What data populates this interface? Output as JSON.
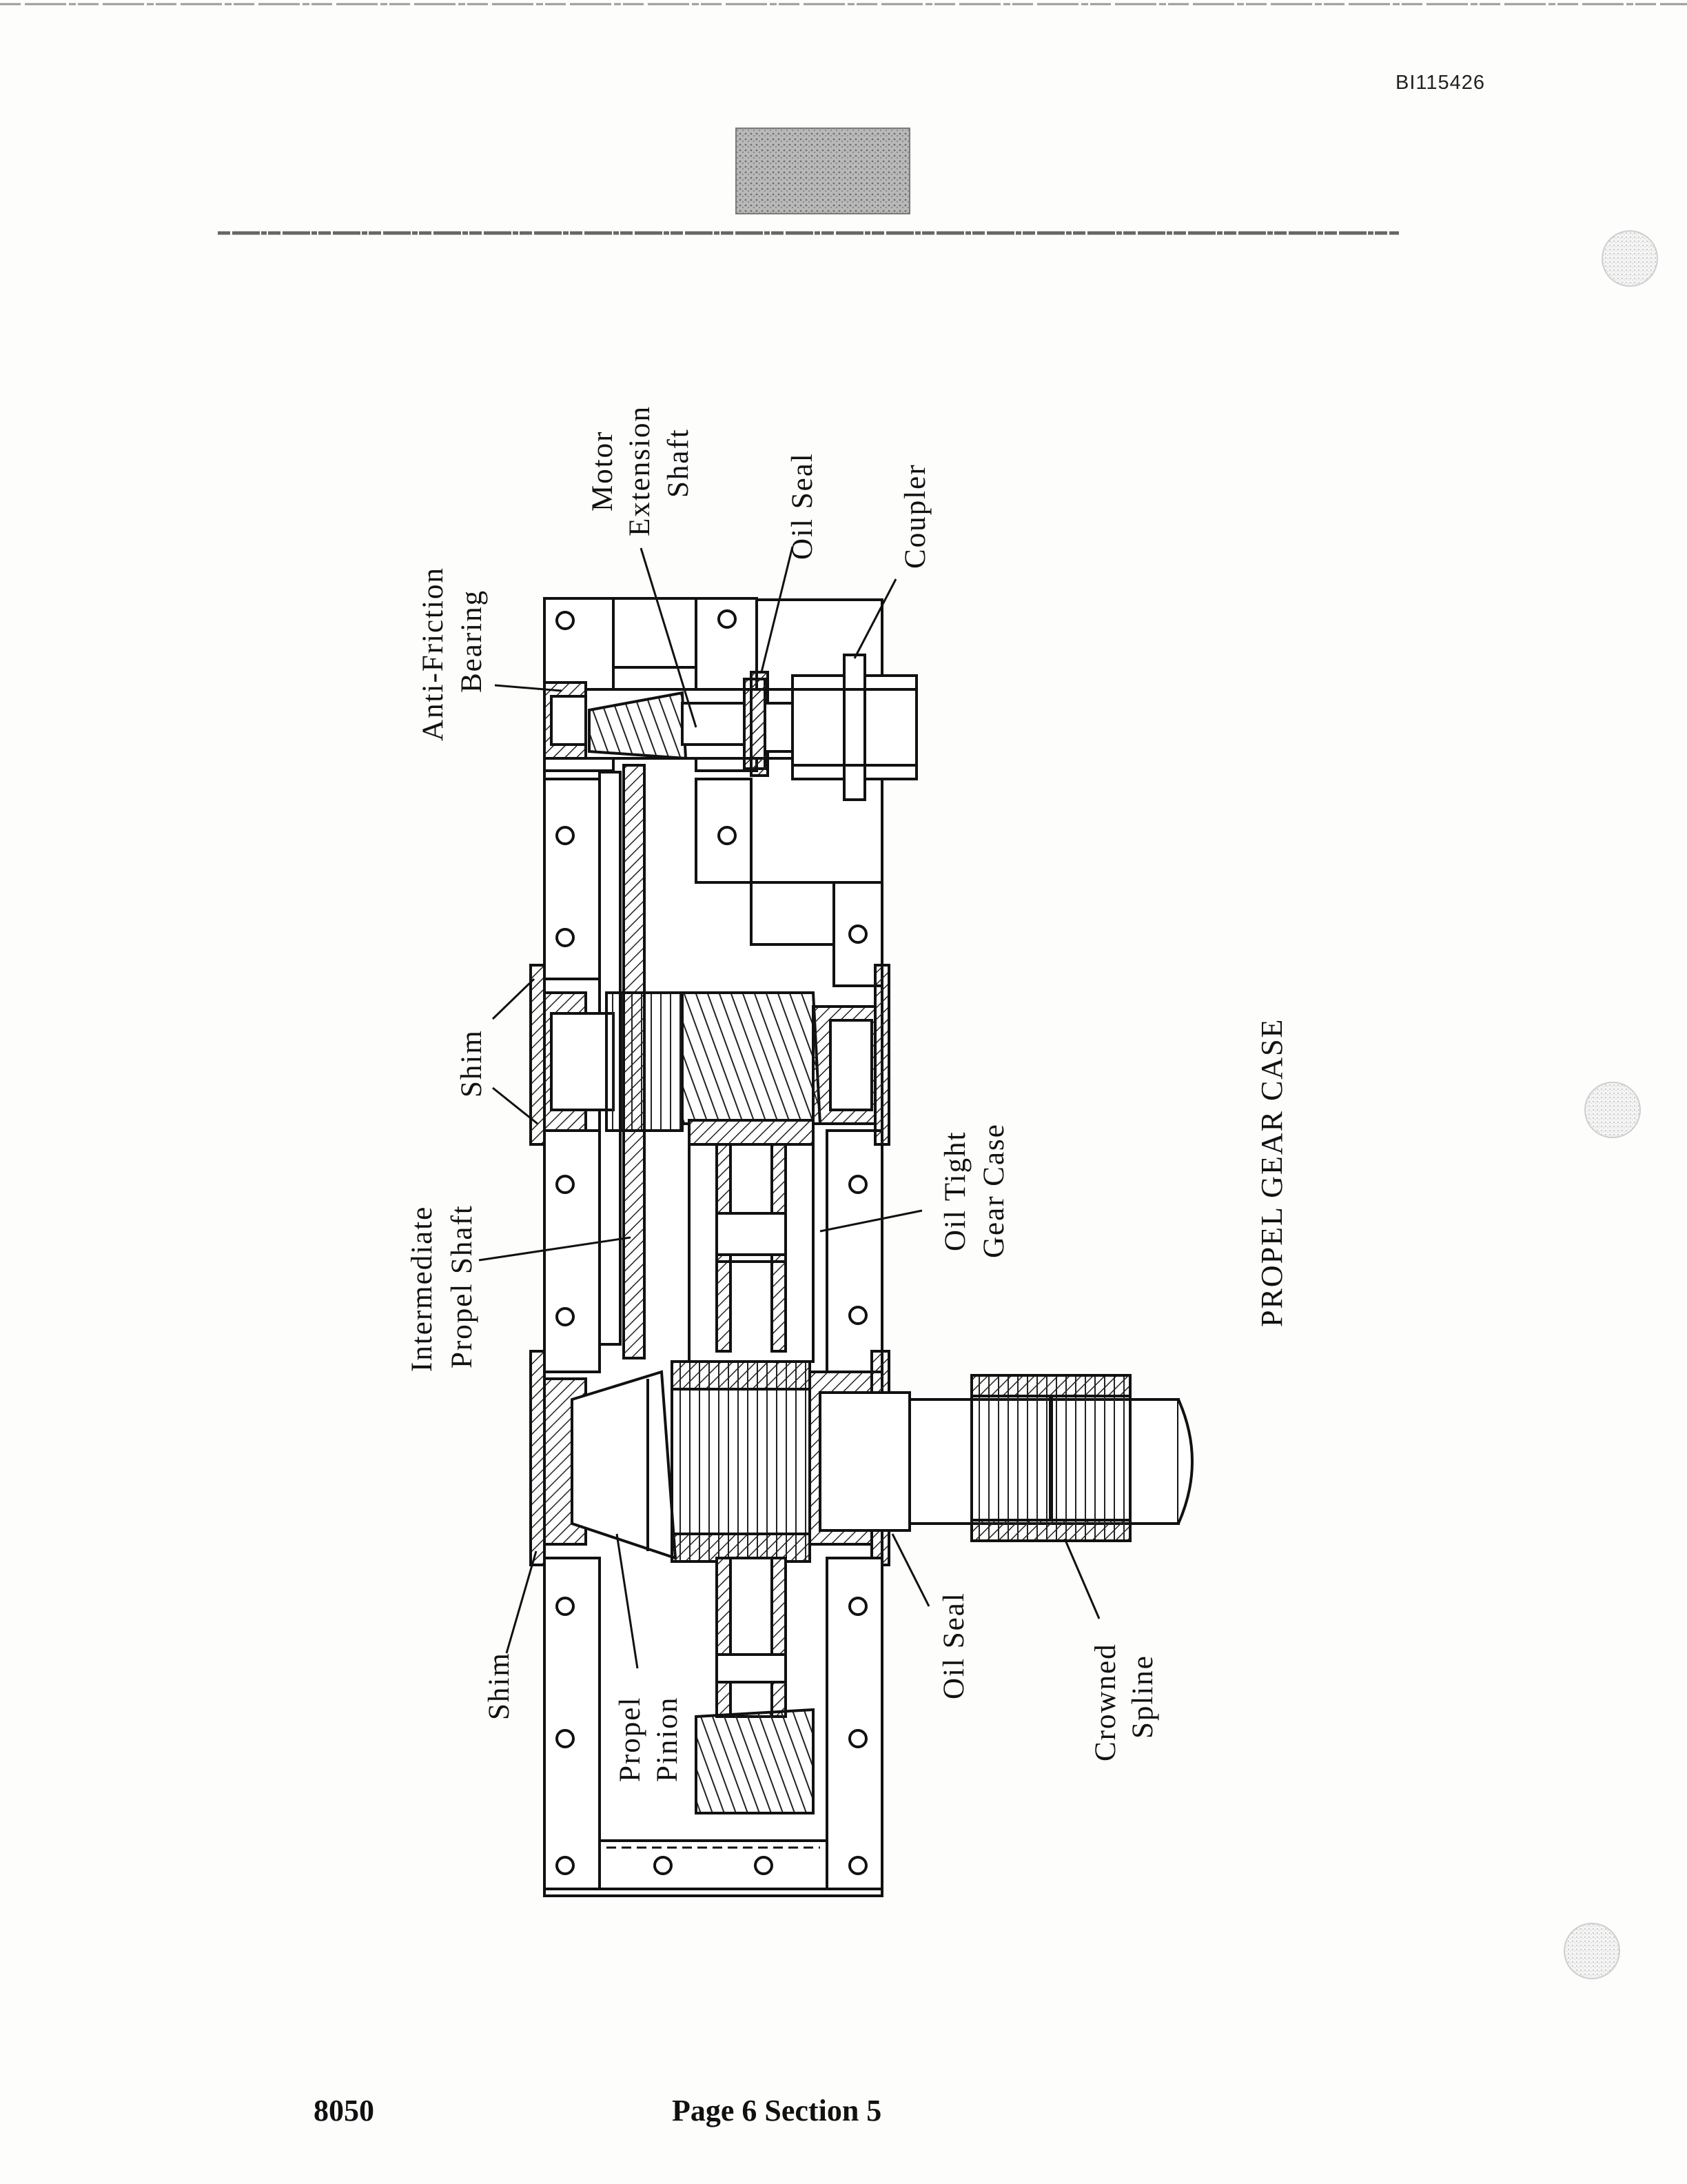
{
  "document": {
    "doc_id": "BI115426",
    "footer_left": "8050",
    "footer_center": "Page 6 Section 5"
  },
  "diagram": {
    "title": "PROPEL GEAR CASE",
    "labels": {
      "anti_friction_bearing_1": "Anti-Friction",
      "anti_friction_bearing_2": "Bearing",
      "motor_extension_shaft_1": "Motor",
      "motor_extension_shaft_2": "Extension",
      "motor_extension_shaft_3": "Shaft",
      "oil_seal_top": "Oil Seal",
      "coupler": "Coupler",
      "shim_upper": "Shim",
      "intermediate_propel_shaft_1": "Intermediate",
      "intermediate_propel_shaft_2": "Propel Shaft",
      "oil_tight_gear_case_1": "Oil Tight",
      "oil_tight_gear_case_2": "Gear Case",
      "shim_lower": "Shim",
      "propel_pinion_1": "Propel",
      "propel_pinion_2": "Pinion",
      "oil_seal_bottom": "Oil Seal",
      "crowned_spline_1": "Crowned",
      "crowned_spline_2": "Spline"
    }
  }
}
